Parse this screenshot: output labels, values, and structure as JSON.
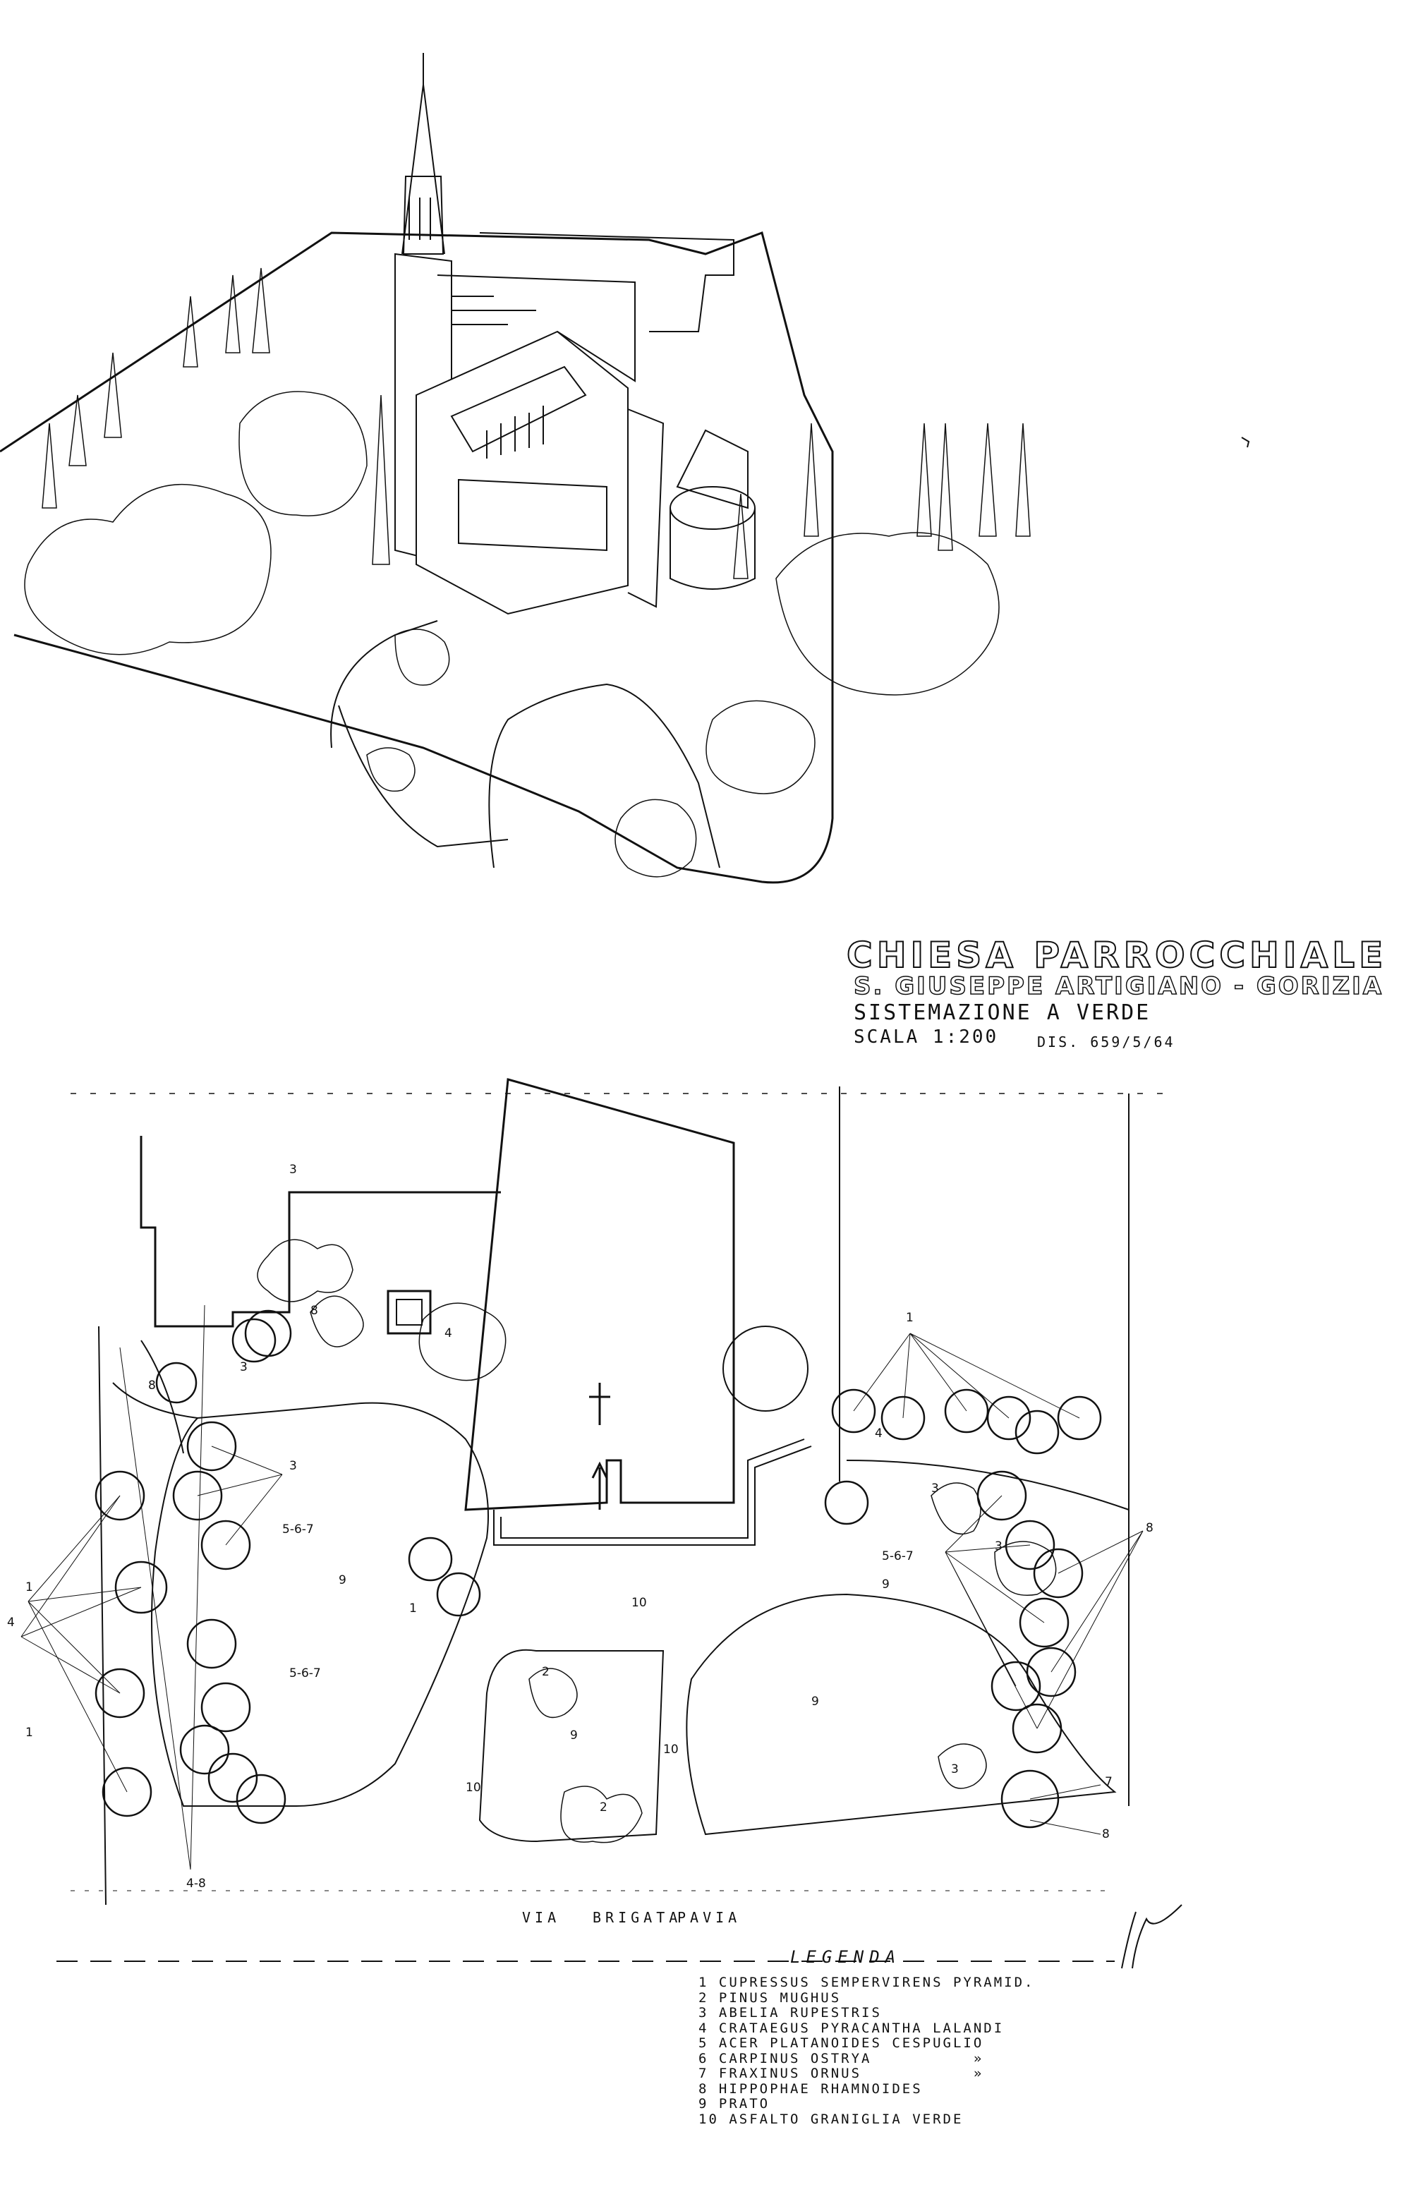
{
  "title_block": {
    "title": "CHIESA PARROCCHIALE",
    "subtitle": "S. GIUSEPPE ARTIGIANO - GORIZIA",
    "description": "SISTEMAZIONE A VERDE",
    "scale": "SCALA 1:200",
    "drawing_number": "DIS. 659/5/64"
  },
  "street_name": [
    "VIA",
    "BRIGATA",
    "PAVIA"
  ],
  "legend": {
    "title": "LEGENDA",
    "items": [
      "1 CUPRESSUS SEMPERVIRENS PYRAMID.",
      "2 PINUS MUGHUS",
      "3 ABELIA RUPESTRIS",
      "4 CRATAEGUS PYRACANTHA LALANDI",
      "5 ACER PLATANOIDES CESPUGLIO",
      "6 CARPINUS OSTRYA          »",
      "7 FRAXINUS ORNUS           »",
      "8 HIPPOPHAE RHAMNOIDES",
      "9 PRATO",
      "10 ASFALTO GRANIGLIA VERDE"
    ]
  },
  "plan_labels": [
    "1",
    "4",
    "8",
    "8",
    "3",
    "3",
    "3",
    "5-6-7",
    "5-6-7",
    "9",
    "1",
    "1",
    "4",
    "10",
    "2",
    "9",
    "10",
    "2",
    "10",
    "9",
    "1",
    "4",
    "3",
    "5-6-7",
    "3",
    "9",
    "8",
    "3",
    "7",
    "8",
    "4-8"
  ]
}
